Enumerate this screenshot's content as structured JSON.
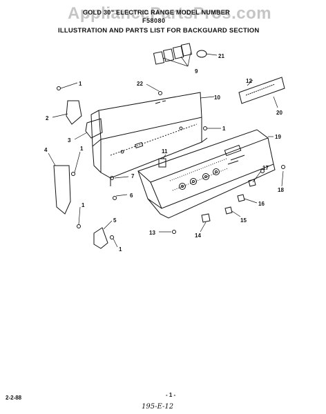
{
  "header": {
    "watermark": "AppliancePartsPros.com",
    "title_line1": "GOLD 30\" ELECTRIC RANGE  MODEL NUMBER",
    "model": "F58080",
    "title_line2": "ILLUSTRATION AND PARTS LIST FOR BACKGUARD SECTION"
  },
  "callouts": [
    "1",
    "2",
    "3",
    "4",
    "1",
    "1",
    "5",
    "1",
    "22",
    "10",
    "1",
    "7",
    "6",
    "11",
    "19",
    "17",
    "18",
    "16",
    "15",
    "14",
    "13",
    "9",
    "21",
    "12",
    "20"
  ],
  "footer": {
    "date": "2-2-88",
    "page": "- 1 -",
    "code": "195-E-12"
  }
}
